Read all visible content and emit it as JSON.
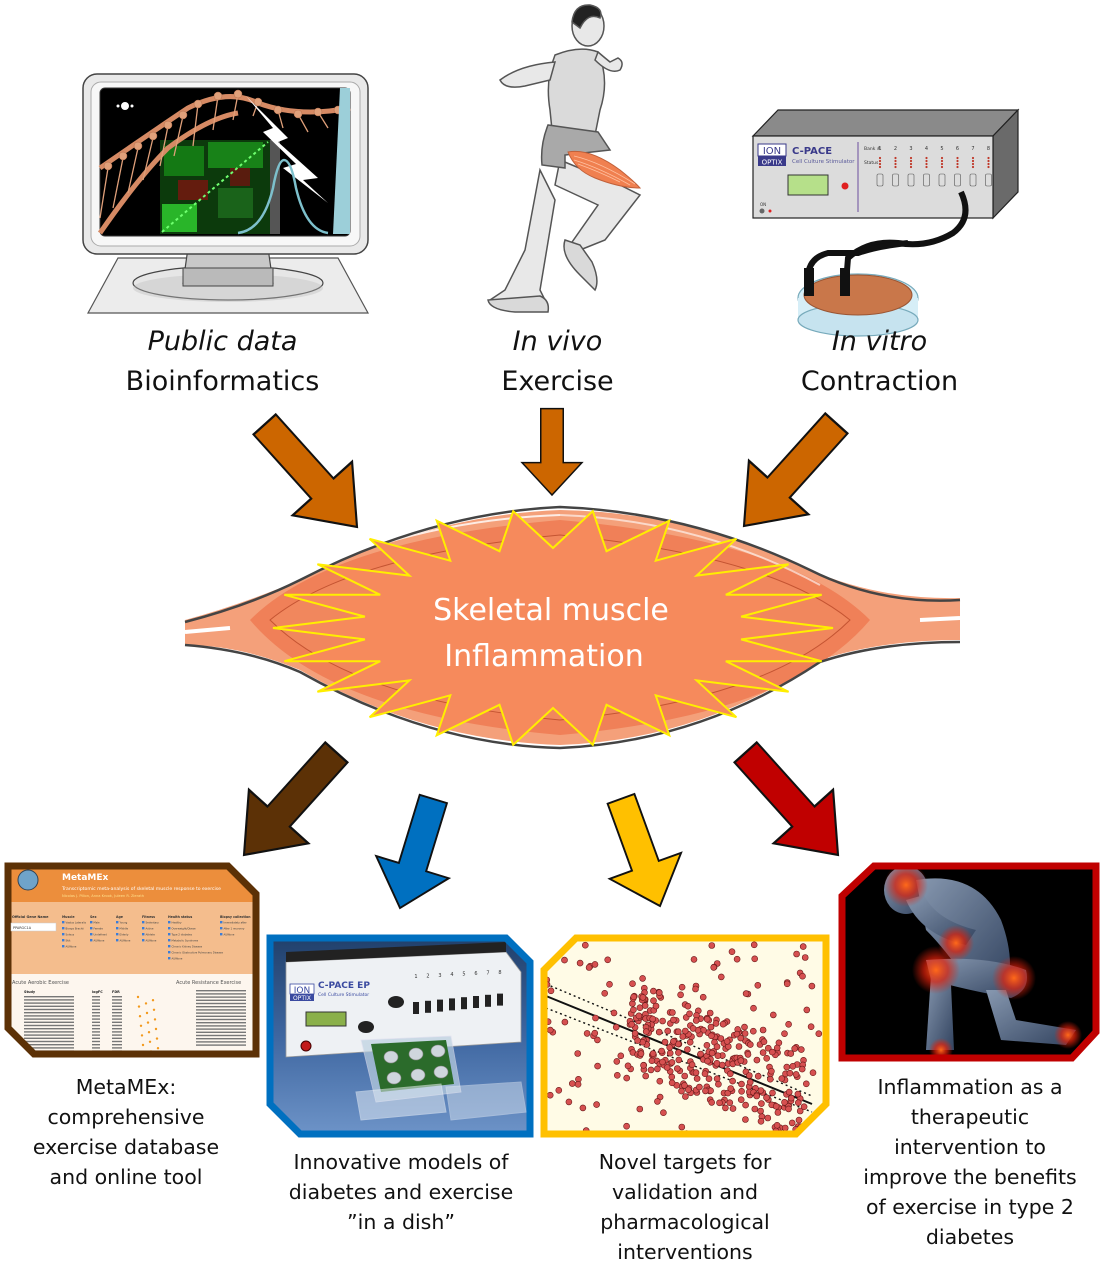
{
  "sources": [
    {
      "id": "public-data",
      "italic": "Public data",
      "label": "Bioinformatics",
      "icon": "computer-monitor-icon"
    },
    {
      "id": "in-vivo",
      "italic": "In vivo",
      "label": "Exercise",
      "icon": "runner-icon"
    },
    {
      "id": "in-vitro",
      "italic": "In vitro",
      "label": "Contraction",
      "icon": "cell-stimulator-icon"
    }
  ],
  "center": {
    "line1": "Skeletal muscle",
    "line2": "Inflammation"
  },
  "stimulator": {
    "brand_top": "ION",
    "brand_bottom": "OPTIX",
    "model": "C-PACE",
    "subtitle": "Cell Culture Stimulator",
    "bank_label": "Bank #",
    "status_label": "Status",
    "on_label": "ON",
    "channels": [
      "1",
      "2",
      "3",
      "4",
      "5",
      "6",
      "7",
      "8"
    ]
  },
  "outcomes": [
    {
      "id": "metamex",
      "color": "#5c3106",
      "caption": [
        "MetaMEx:",
        "comprehensive",
        "exercise database",
        "and online tool"
      ],
      "panel": {
        "title": "MetaMEx",
        "subtitle": "Transcriptomic meta-analysis of skeletal muscle response to exercise",
        "authors": "Nicolas J. Pillon, Anna Krook, Juleen R. Zierath",
        "gene_field_label": "Official Gene Name",
        "gene_field_value": "PPARGC1A",
        "filters": [
          {
            "title": "Muscle",
            "options": [
              "Vastus Lateralis",
              "Biceps Brachii",
              "Soleus",
              "Skit",
              "All/None"
            ]
          },
          {
            "title": "Sex",
            "options": [
              "Male",
              "Female",
              "Undefined",
              "All/None"
            ]
          },
          {
            "title": "Age",
            "options": [
              "Young",
              "Middle",
              "Elderly",
              "All/None"
            ]
          },
          {
            "title": "Fitness",
            "options": [
              "Sedentary",
              "Active",
              "Athlete",
              "All/None"
            ]
          },
          {
            "title": "Health status",
            "options": [
              "Healthy",
              "Overweight/Obese",
              "Type 2 diabetes",
              "Metabolic Syndrome",
              "Chronic Kidney Disease",
              "Chronic Obstructive Pulmonary Disease",
              "All/None"
            ]
          },
          {
            "title": "Biopsy collection",
            "options": [
              "Immediately after",
              "After 1 recovery",
              "All/None"
            ]
          }
        ],
        "section_left": "Acute Aerobic Exercise",
        "section_right": "Acute Resistance Exercise",
        "table_headers": [
          "Study",
          "logFC",
          "FDR"
        ]
      }
    },
    {
      "id": "in-a-dish",
      "color": "#0070c0",
      "caption": [
        "Innovative models of",
        "diabetes and exercise",
        "”in a dish”"
      ],
      "panel": {
        "brand_top": "ION",
        "brand_bottom": "OPTIX",
        "model": "C-PACE EP",
        "subtitle": "Cell Culture Stimulator",
        "channels": [
          "1",
          "2",
          "3",
          "4",
          "5",
          "6",
          "7",
          "8"
        ]
      }
    },
    {
      "id": "novel-targets",
      "color": "#ffc000",
      "caption": [
        "Novel targets for",
        "validation and",
        "pharmacological",
        "interventions"
      ],
      "panel": {
        "kind": "scatter-plot-with-regression"
      }
    },
    {
      "id": "therapeutic",
      "color": "#c00000",
      "caption": [
        "Inflammation as a",
        "therapeutic",
        "intervention to",
        "improve the benefits",
        "of exercise in type 2",
        "diabetes"
      ],
      "panel": {
        "kind": "inflamed-body-image"
      }
    }
  ],
  "colors": {
    "input_arrow": "#cc6600",
    "muscle": "#f4875a",
    "burst_stroke": "#ffee00",
    "metamex": "#5c3106",
    "blue": "#0070c0",
    "yellow": "#ffc000",
    "red": "#c00000"
  }
}
